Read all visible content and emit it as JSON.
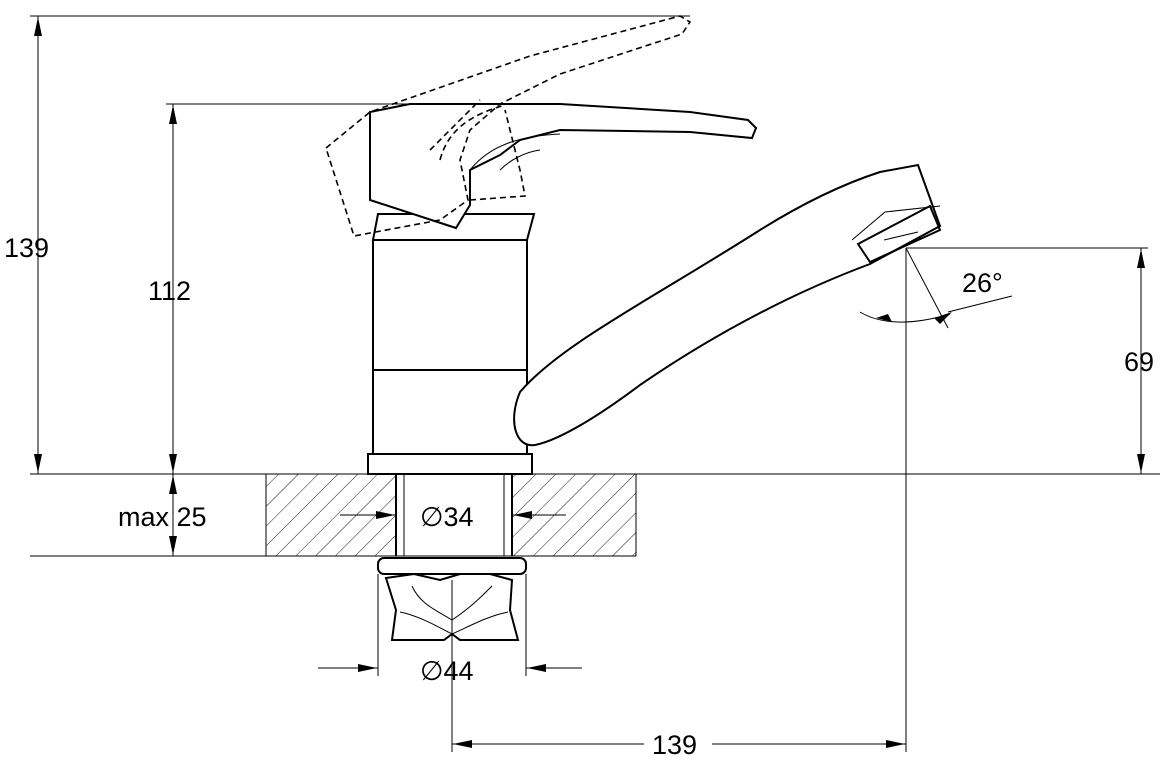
{
  "dimensions": {
    "total_height": "139",
    "body_height": "112",
    "spout_height": "69",
    "spout_angle": "26°",
    "max_thickness": "max 25",
    "hole_diameter": "∅34",
    "nut_diameter": "∅44",
    "spout_reach": "139"
  }
}
